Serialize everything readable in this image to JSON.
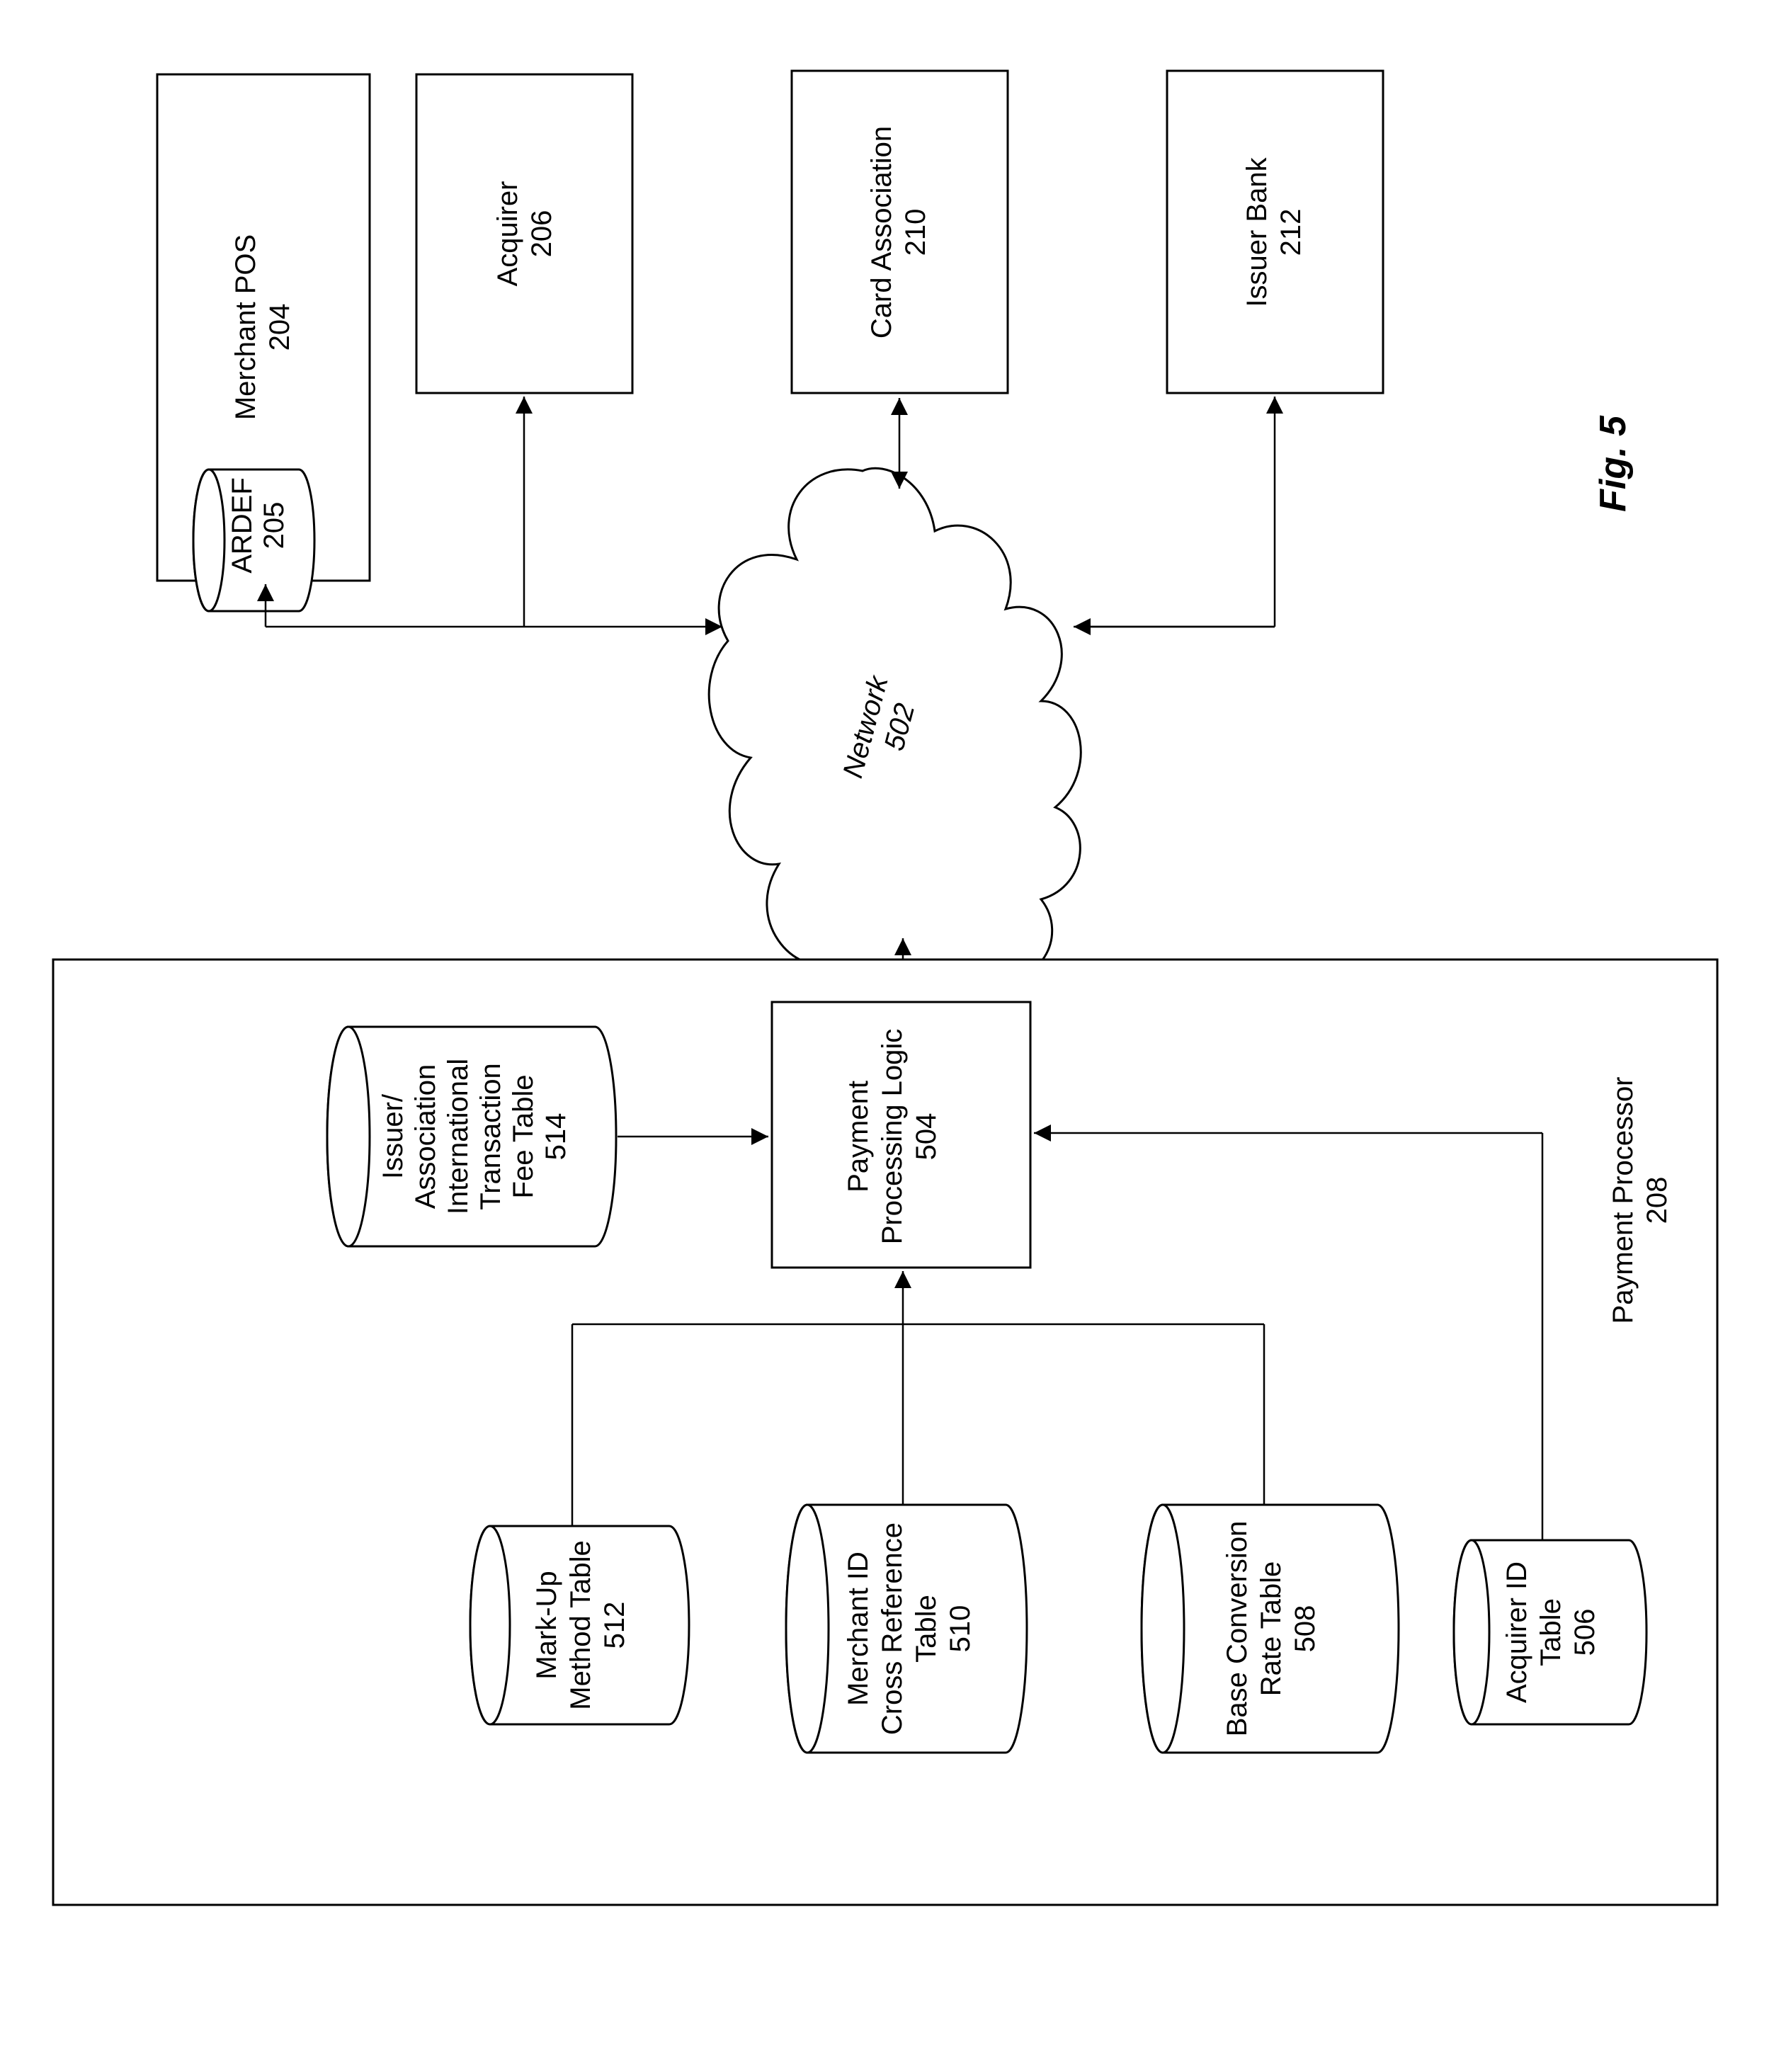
{
  "figure_label": "Fig. 5",
  "nodes": {
    "merchant_pos": {
      "name": "Merchant POS",
      "ref": "204"
    },
    "ardef": {
      "name": "ARDEF",
      "ref": "205"
    },
    "acquirer": {
      "name": "Acquirer",
      "ref": "206"
    },
    "card_association": {
      "name": "Card Association",
      "ref": "210"
    },
    "issuer_bank": {
      "name": "Issuer Bank",
      "ref": "212"
    },
    "network": {
      "name": "Network",
      "ref": "502"
    },
    "payment_processor": {
      "name": "Payment Processor",
      "ref": "208"
    },
    "payment_processing_logic": {
      "line1": "Payment",
      "line2": "Processing Logic",
      "ref": "504"
    },
    "fee_table": {
      "line1": "Issuer/",
      "line2": "Association",
      "line3": "International",
      "line4": "Transaction",
      "line5": "Fee Table",
      "ref": "514"
    },
    "markup_table": {
      "line1": "Mark-Up",
      "line2": "Method Table",
      "ref": "512"
    },
    "merchant_id_table": {
      "line1": "Merchant ID",
      "line2": "Cross Reference",
      "line3": "Table",
      "ref": "510"
    },
    "base_rate_table": {
      "line1": "Base Conversion",
      "line2": "Rate Table",
      "ref": "508"
    },
    "acquirer_id_table": {
      "line1": "Acquirer ID",
      "line2": "Table",
      "ref": "506"
    }
  }
}
